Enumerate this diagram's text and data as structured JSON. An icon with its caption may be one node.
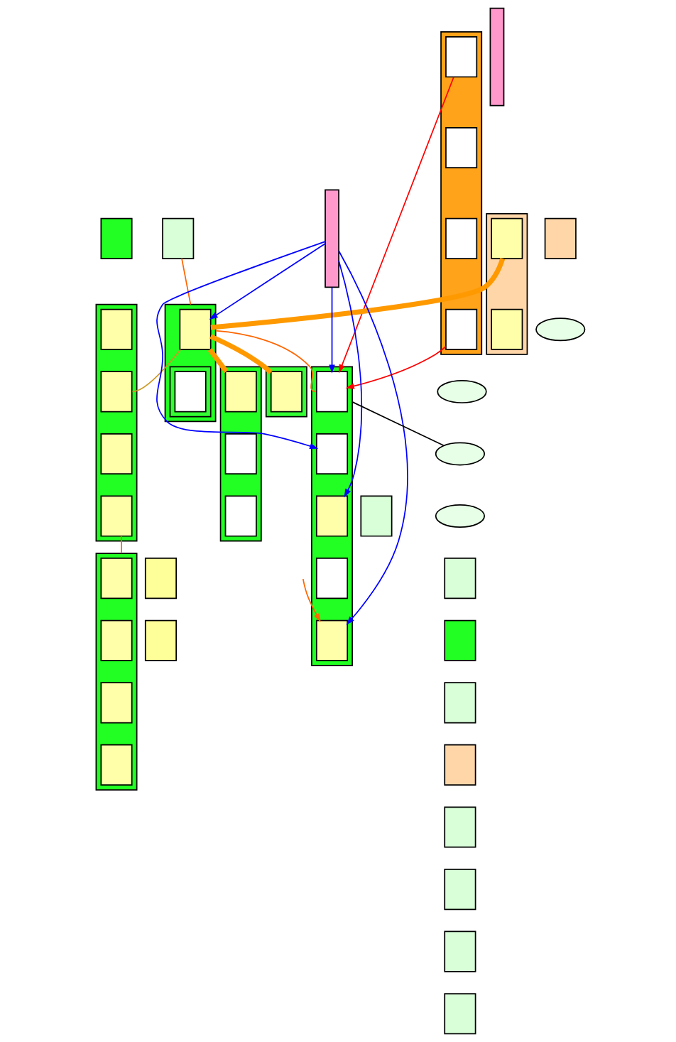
{
  "diagram": {
    "nodes": [
      {
        "text": [],
        "shape": "box"
      },
      {
        "text": [],
        "shape": "box",
        "in": 0
      },
      {
        "text": [],
        "shape": "box",
        "in": 0
      },
      {
        "text": [],
        "shape": "box",
        "in": 0
      },
      {
        "text": [],
        "shape": "box",
        "in": 0
      },
      {
        "text": [],
        "shape": "box"
      },
      {
        "text": [],
        "shape": "box",
        "in": 5
      },
      {
        "text": [],
        "shape": "box",
        "in": 5
      },
      {
        "text": [],
        "shape": "box"
      },
      {
        "text": [],
        "shape": "box"
      },
      {
        "text": [],
        "shape": "box"
      },
      {
        "text": [],
        "shape": "box"
      },
      {
        "text": [],
        "shape": "box"
      },
      {
        "text": [],
        "shape": "box",
        "in": 12
      },
      {
        "text": [],
        "shape": "box",
        "in": 12
      },
      {
        "text": [],
        "shape": "box",
        "in": 12
      },
      {
        "text": [],
        "shape": "box",
        "in": 12
      },
      {
        "text": [],
        "shape": "bar"
      },
      {
        "text": [],
        "shape": "box"
      },
      {
        "text": [],
        "shape": "box",
        "in": 18
      },
      {
        "text": [],
        "shape": "box",
        "in": 18
      },
      {
        "text": [],
        "shape": "box",
        "in": 20
      },
      {
        "text": [],
        "shape": "bar"
      },
      {
        "text": [],
        "shape": "box"
      },
      {
        "text": [],
        "shape": "box",
        "in": 23
      },
      {
        "text": [],
        "shape": "box",
        "in": 23
      },
      {
        "text": [],
        "shape": "box",
        "in": 23
      },
      {
        "text": [],
        "shape": "box",
        "in": 23
      },
      {
        "text": [],
        "shape": "box",
        "in": 23
      },
      {
        "text": [],
        "shape": "ellipse"
      },
      {
        "text": [],
        "shape": "ellipse"
      },
      {
        "text": [],
        "shape": "ellipse"
      },
      {
        "text": [],
        "shape": "ellipse"
      },
      {
        "text": [],
        "shape": "box"
      },
      {
        "text": [],
        "shape": "box",
        "in": 33
      },
      {
        "text": [],
        "shape": "box",
        "in": 33
      },
      {
        "text": [],
        "shape": "box",
        "in": 33
      },
      {
        "text": [],
        "shape": "box",
        "in": 33
      },
      {
        "text": [],
        "shape": "box"
      },
      {
        "text": [],
        "shape": "box"
      },
      {
        "text": [],
        "shape": "box"
      },
      {
        "text": [],
        "shape": "box",
        "in": 40
      },
      {
        "text": [],
        "shape": "box",
        "in": 40
      },
      {
        "text": [],
        "shape": "box",
        "in": 40
      },
      {
        "text": [],
        "shape": "box"
      },
      {
        "text": [],
        "shape": "box",
        "in": 44
      },
      {
        "text": [],
        "shape": "box"
      },
      {
        "text": [],
        "shape": "box"
      },
      {
        "text": [],
        "shape": "box"
      },
      {
        "text": [],
        "shape": "box"
      },
      {
        "text": [],
        "shape": "box"
      },
      {
        "text": [],
        "shape": "box"
      },
      {
        "text": [],
        "shape": "box"
      },
      {
        "text": [],
        "shape": "box"
      }
    ],
    "edges": [
      {
        "from": 6,
        "to": 19,
        "arrow": "none",
        "style": "thick",
        "color": "#ff9900"
      },
      {
        "from": 1,
        "to": 24,
        "arrow": "to",
        "color": "#ff0000"
      },
      {
        "from": 4,
        "to": 24,
        "arrow": "to",
        "color": "#ff0000"
      },
      {
        "from": 19,
        "to": 14,
        "arrow": "none",
        "color": "#cc9922"
      },
      {
        "from": 22,
        "to": 19,
        "arrow": "to",
        "color": "#0000ff"
      },
      {
        "from": 19,
        "to": 41,
        "arrow": "none",
        "style": "thick",
        "color": "#ff9900"
      },
      {
        "from": 19,
        "to": 45,
        "arrow": "none",
        "style": "thick",
        "color": "#ff9900"
      },
      {
        "from": 16,
        "to": 33,
        "arrow": "none",
        "color": "#ff6600"
      },
      {
        "from": 18,
        "to": 24,
        "arrow": "none",
        "color": "#ff6600"
      },
      {
        "from": null,
        "to": 28,
        "arrow": "to",
        "color": "#ff6600"
      },
      {
        "from": 8,
        "to": 18,
        "arrow": "none",
        "color": "#ff6600"
      },
      {
        "from": 23,
        "to": 31,
        "arrow": "none",
        "color": "#000000"
      },
      {
        "from": 22,
        "to": 24,
        "arrow": "to",
        "color": "#0000ff"
      },
      {
        "from": 22,
        "to": 25,
        "arrow": "to",
        "color": "#0000ff"
      },
      {
        "from": 22,
        "to": 26,
        "arrow": "to",
        "color": "#0000ff"
      },
      {
        "from": 22,
        "to": 28,
        "arrow": "to",
        "color": "#0000ff"
      }
    ]
  }
}
